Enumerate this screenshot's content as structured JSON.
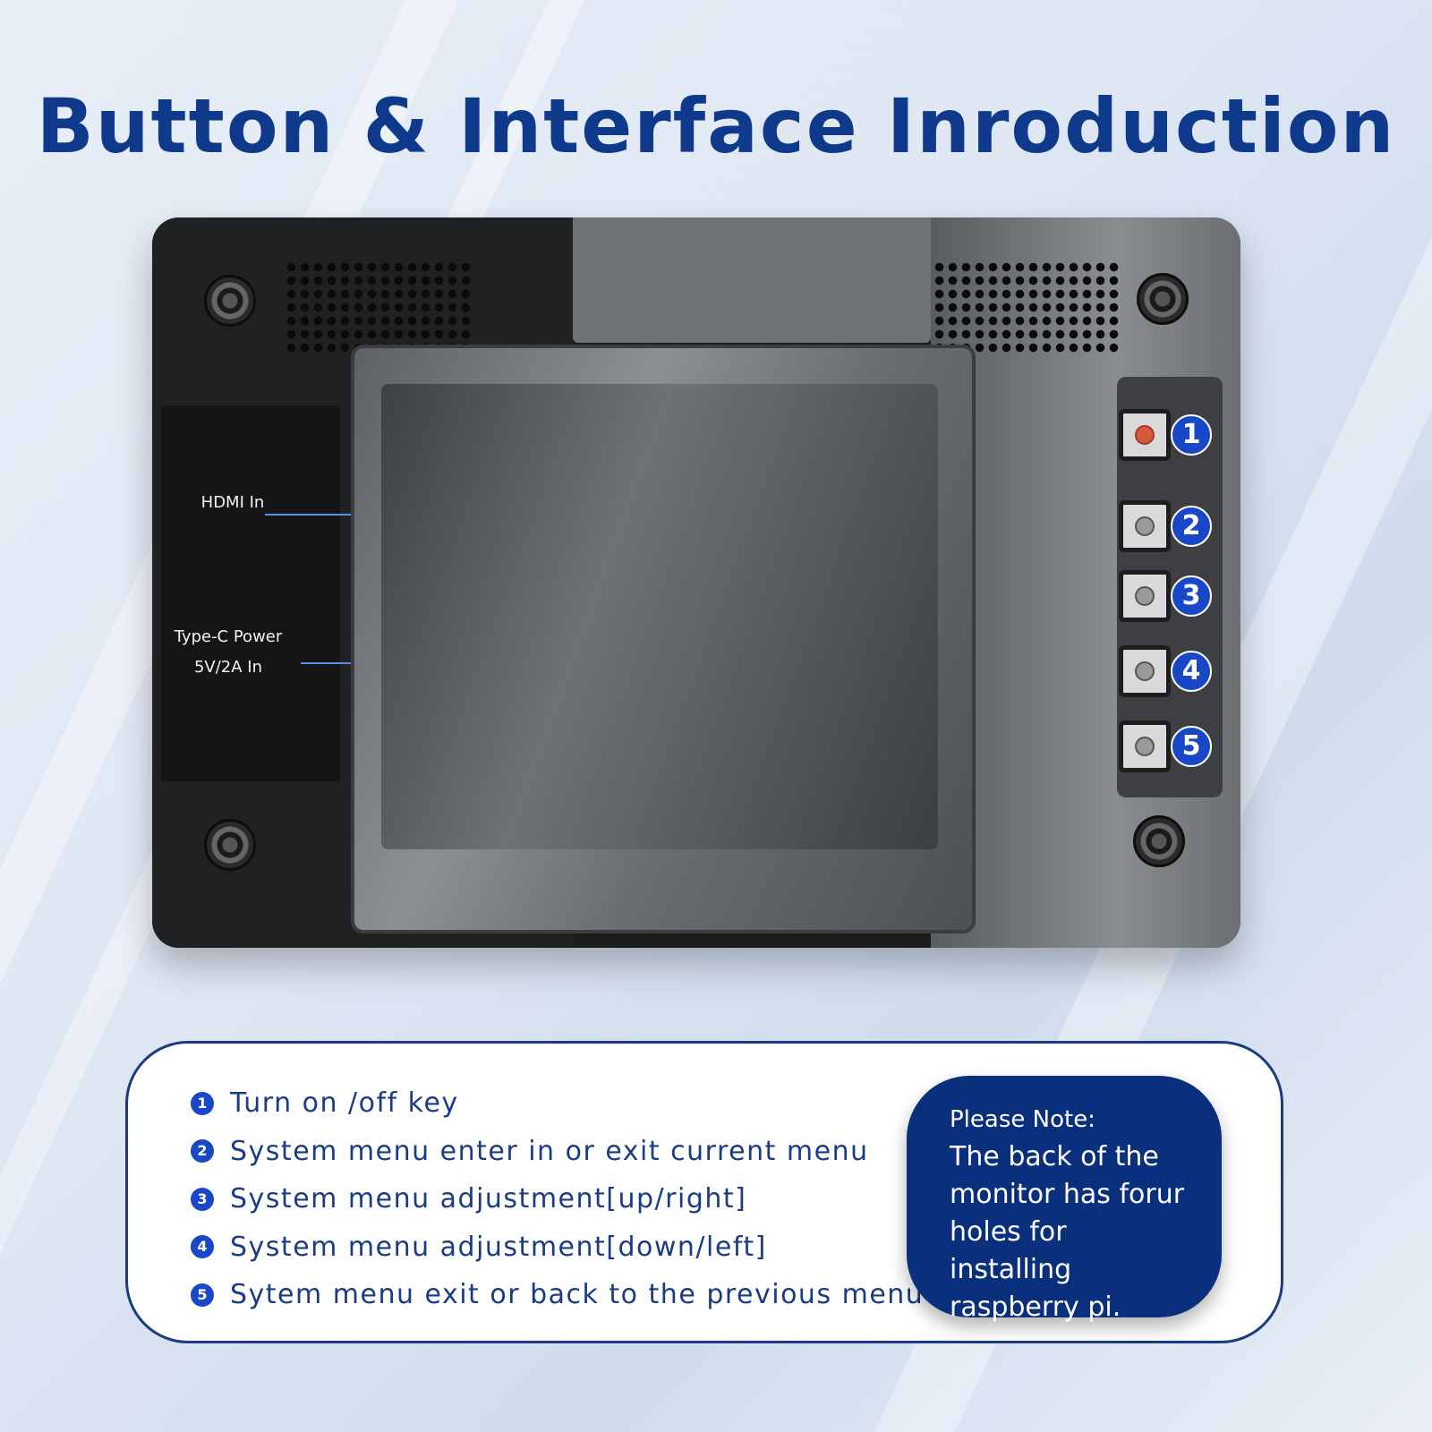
{
  "title": "Button & Interface Inroduction",
  "callouts": {
    "hdmi": "HDMI In",
    "power_line1": "Type-C Power",
    "power_line2": "5V/2A In"
  },
  "buttons": [
    {
      "number": "1"
    },
    {
      "number": "2"
    },
    {
      "number": "3"
    },
    {
      "number": "4"
    },
    {
      "number": "5"
    }
  ],
  "legend": [
    {
      "number": "1",
      "text": "Turn on /off key"
    },
    {
      "number": "2",
      "text": "System menu enter in or exit current menu"
    },
    {
      "number": "3",
      "text": "System menu adjustment[up/right]"
    },
    {
      "number": "4",
      "text": "System menu adjustment[down/left]"
    },
    {
      "number": "5",
      "text": "Sytem menu exit or back to the previous menu"
    }
  ],
  "note": {
    "heading": "Please Note:",
    "body": "The back of the monitor has forur holes for installing raspberry pi."
  },
  "colors": {
    "title": "#0f3a8c",
    "badge": "#1847c8",
    "note_bg": "#0a2f7c"
  }
}
